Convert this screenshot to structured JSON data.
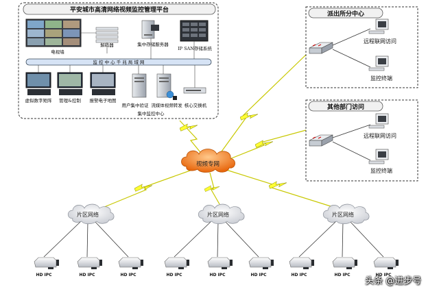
{
  "platform": {
    "title": "平安城市高清网络视频监控管理平台",
    "tv_wall": "电视墙",
    "decoder": "解码器",
    "storage_server": "集中存储服务器",
    "ipsan": "IP SAN存储系统",
    "bus": "监 控 中 心 千 兆 局 域 网",
    "matrix": "虚拟数字矩阵",
    "manage": "管理&控制",
    "map": "报警电子地图",
    "auth": "用户集中验证",
    "stream": "流媒体视频转发",
    "core_switch": "核心交换机",
    "center": "集中监控中心"
  },
  "police": {
    "title": "派出所分中心",
    "remote": "远程联网访问",
    "terminal": "监控终端"
  },
  "other": {
    "title": "其他部门访问",
    "remote": "远程联网访问",
    "terminal": "监控终端"
  },
  "core_network": "视频专网",
  "areas": [
    {
      "label": "片区网络",
      "cameras": [
        "HD IPC",
        "HD IPC",
        "HD IPC"
      ]
    },
    {
      "label": "片区网络",
      "cameras": [
        "HD IPC",
        "HD IPC",
        "HD IPC"
      ]
    },
    {
      "label": "片区网络",
      "cameras": [
        "HD IPC",
        "HD IPC",
        "HD IPC"
      ]
    }
  ],
  "watermark": "头条 @进步号",
  "colors": {
    "core_cloud": "#f07818",
    "lightning": "#ffff33",
    "bus": "#d6e3f5"
  }
}
